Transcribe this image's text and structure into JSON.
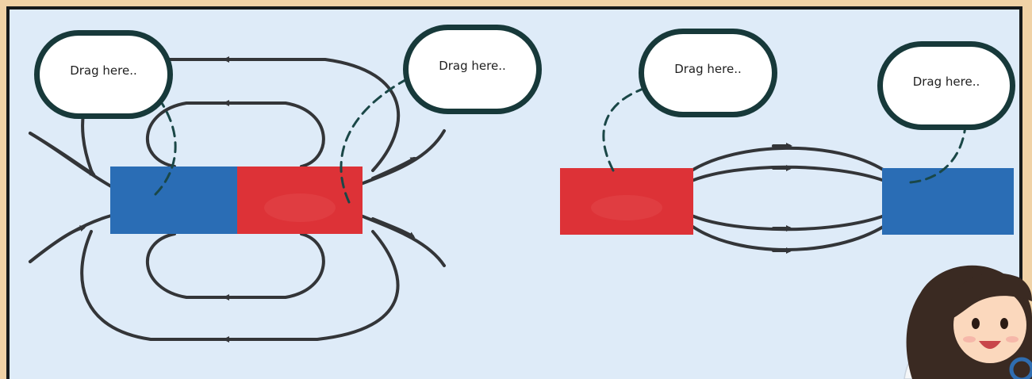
{
  "drop_zones": [
    {
      "label": "Drag here.."
    },
    {
      "label": "Drag here.."
    },
    {
      "label": "Drag here.."
    },
    {
      "label": "Drag here.."
    }
  ],
  "colors": {
    "north_pole": "#dd3237",
    "south_pole": "#2a6db5",
    "field_line": "#333538",
    "dashed_arrow": "#1a4747",
    "board_bg": "#deebf8",
    "outer_bg": "#f0d2a6"
  },
  "icons": {
    "character": "teacher-avatar",
    "magnifier": "magnifier-icon"
  }
}
